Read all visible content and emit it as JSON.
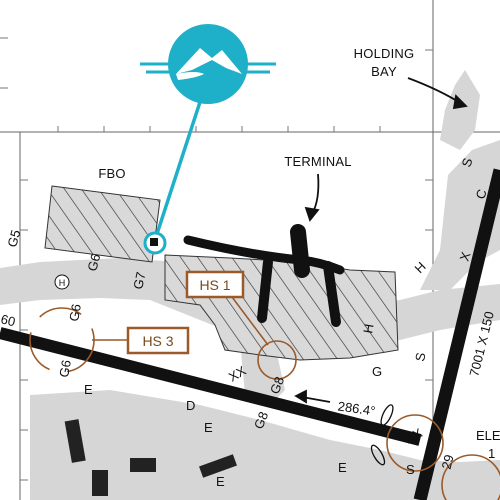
{
  "map": {
    "labels": {
      "holding_bay_line1": "HOLDING",
      "holding_bay_line2": "BAY",
      "terminal": "TERMINAL",
      "fbo": "FBO",
      "runway_heading": "286.4°",
      "runway_numbers": "7001 X 150",
      "runway_end": "29",
      "elevation": "ELEV",
      "elevation_value": "1",
      "partial_left_number": "60"
    },
    "hotspots": [
      {
        "id": "HS 1"
      },
      {
        "id": "HS 3"
      }
    ],
    "taxiways": {
      "g5": "G5",
      "g6_a": "G6",
      "g6_b": "G6",
      "g6_c": "G6",
      "g7": "G7",
      "g8_a": "G8",
      "g8_b": "G8",
      "h_circle": "H",
      "h_a": "H",
      "h_b": "H",
      "s_a": "S",
      "s_b": "S",
      "s_c": "S",
      "x_a": "X",
      "xx_a": "XX",
      "xx_b": "XX",
      "c_label": "C",
      "g_a": "G",
      "e_a": "E",
      "e_b": "E",
      "e_c": "E",
      "e_d": "E",
      "d_label": "D"
    },
    "colors": {
      "logo": "#1eafc9",
      "hotspot": "#9a5a2a",
      "pavement": "#d6d6d6",
      "runway": "#111111",
      "grid": "#555555"
    },
    "icons": {
      "logo": "mountain-airline-logo-icon",
      "wind": "windcone-icon"
    }
  }
}
